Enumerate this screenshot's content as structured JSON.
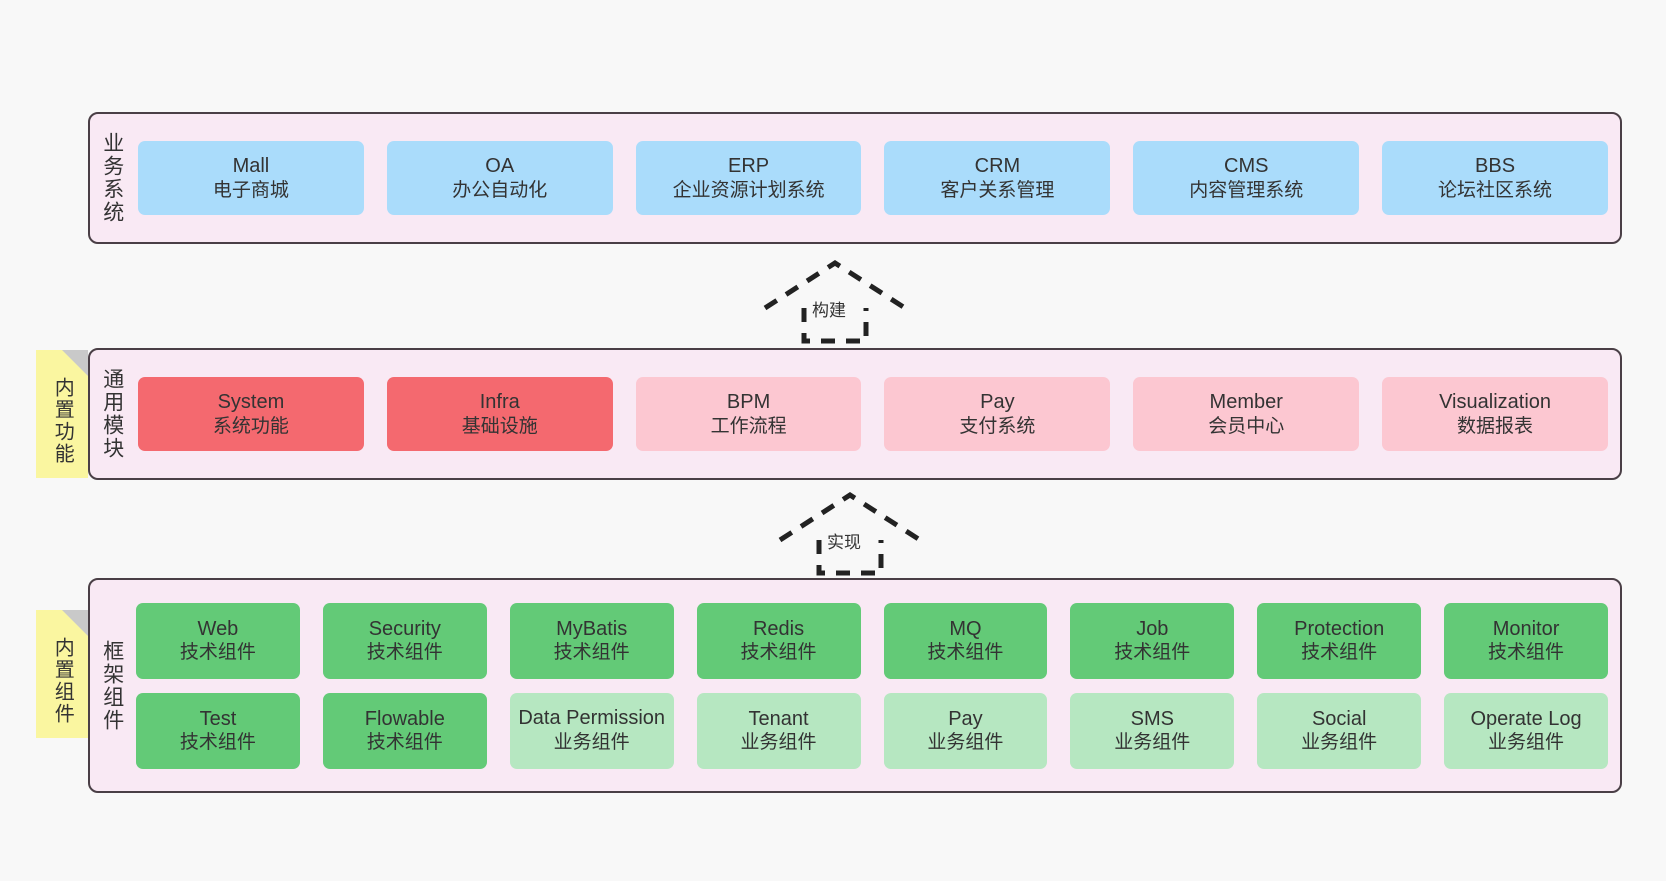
{
  "diagram": {
    "background_color": "#f8f8f8",
    "layer_border_color": "#4a3f46",
    "layer_fill_color": "#f9e9f4",
    "sticky_color": "#faf6a0"
  },
  "layers": {
    "business": {
      "title": "业务系统",
      "nodes": [
        {
          "en": "Mall",
          "cn": "电子商城"
        },
        {
          "en": "OA",
          "cn": "办公自动化"
        },
        {
          "en": "ERP",
          "cn": "企业资源计划系统"
        },
        {
          "en": "CRM",
          "cn": "客户关系管理"
        },
        {
          "en": "CMS",
          "cn": "内容管理系统"
        },
        {
          "en": "BBS",
          "cn": "论坛社区系统"
        }
      ]
    },
    "modules": {
      "title": "通用模块",
      "sticky": "内置功能",
      "nodes": [
        {
          "en": "System",
          "cn": "系统功能",
          "color": "#f4696f"
        },
        {
          "en": "Infra",
          "cn": "基础设施",
          "color": "#f4696f"
        },
        {
          "en": "BPM",
          "cn": "工作流程",
          "color": "#fcc7d1"
        },
        {
          "en": "Pay",
          "cn": "支付系统",
          "color": "#fcc7d1"
        },
        {
          "en": "Member",
          "cn": "会员中心",
          "color": "#fcc7d1"
        },
        {
          "en": "Visualization",
          "cn": "数据报表",
          "color": "#fcc7d1"
        }
      ]
    },
    "framework": {
      "title": "框架组件",
      "sticky": "内置组件",
      "row1": [
        {
          "en": "Web",
          "cn": "技术组件"
        },
        {
          "en": "Security",
          "cn": "技术组件"
        },
        {
          "en": "MyBatis",
          "cn": "技术组件"
        },
        {
          "en": "Redis",
          "cn": "技术组件"
        },
        {
          "en": "MQ",
          "cn": "技术组件"
        },
        {
          "en": "Job",
          "cn": "技术组件"
        },
        {
          "en": "Protection",
          "cn": "技术组件"
        },
        {
          "en": "Monitor",
          "cn": "技术组件"
        }
      ],
      "row2": [
        {
          "en": "Test",
          "cn": "技术组件",
          "color": "#63ca77"
        },
        {
          "en": "Flowable",
          "cn": "技术组件",
          "color": "#63ca77"
        },
        {
          "en": "Data Permission",
          "cn": "业务组件",
          "color": "#b6e7c1"
        },
        {
          "en": "Tenant",
          "cn": "业务组件",
          "color": "#b6e7c1"
        },
        {
          "en": "Pay",
          "cn": "业务组件",
          "color": "#b6e7c1"
        },
        {
          "en": "SMS",
          "cn": "业务组件",
          "color": "#b6e7c1"
        },
        {
          "en": "Social",
          "cn": "业务组件",
          "color": "#b6e7c1"
        },
        {
          "en": "Operate Log",
          "cn": "业务组件",
          "color": "#b6e7c1"
        }
      ]
    }
  },
  "arrows": [
    {
      "label": "构建",
      "direction": "up",
      "style": "dashed-generalization"
    },
    {
      "label": "实现",
      "direction": "up",
      "style": "dashed-generalization"
    }
  ]
}
